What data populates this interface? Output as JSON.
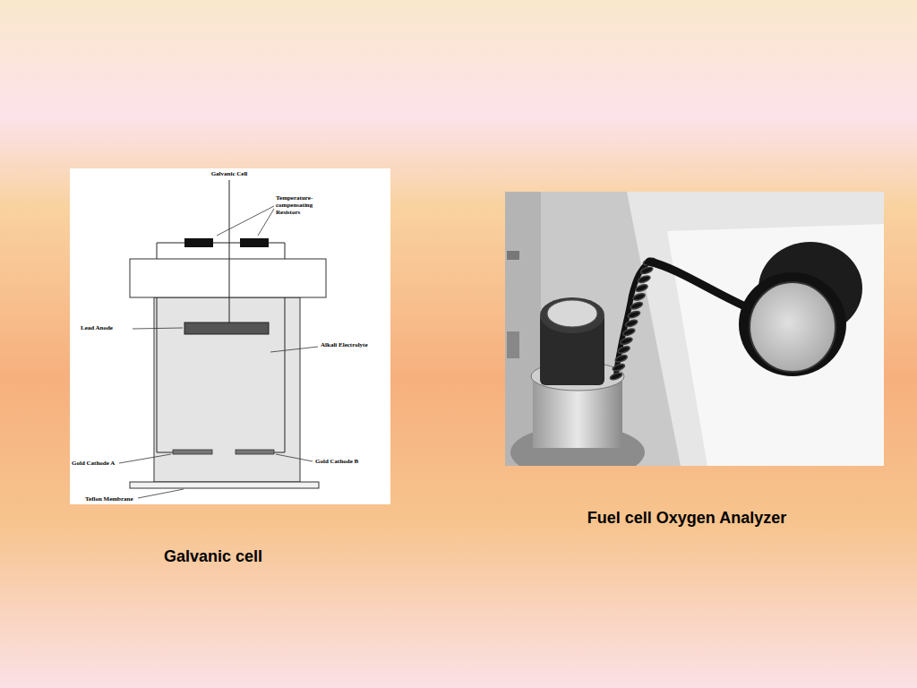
{
  "diagram": {
    "labels": [
      "Galvanic Cell",
      "Temperature-compensating Resistors",
      "Lead Anode",
      "Alkali Electrolyte",
      "Gold Cathode A",
      "Gold Cathode B",
      "Teflon Membrane",
      "Fuel cell Oxygen Analyzer",
      "Galvanic cell"
    ]
  }
}
